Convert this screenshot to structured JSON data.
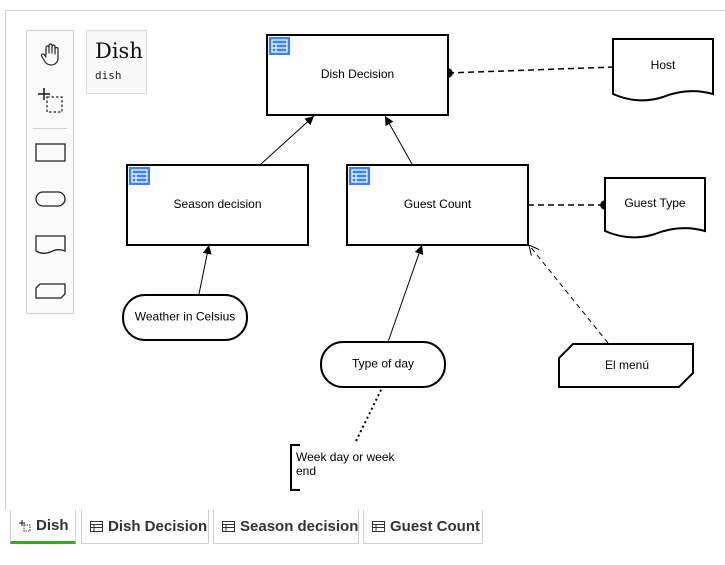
{
  "diagram": {
    "model_name": "Dish",
    "model_id": "dish",
    "decisions": [
      {
        "key": "dish_decision",
        "label": "Dish Decision"
      },
      {
        "key": "season_decision",
        "label": "Season decision"
      },
      {
        "key": "guest_count",
        "label": "Guest Count"
      }
    ],
    "inputs": [
      {
        "key": "weather",
        "label": "Weather in Celsius"
      },
      {
        "key": "type_of_day",
        "label": "Type of day"
      }
    ],
    "knowledge_sources": [
      {
        "key": "host",
        "label": "Host"
      },
      {
        "key": "guest_type",
        "label": "Guest Type"
      }
    ],
    "knowledge_models": [
      {
        "key": "el_menu",
        "label": "El menú"
      }
    ],
    "annotations": [
      {
        "key": "week_day",
        "lines": [
          "Week day or week",
          "end"
        ]
      }
    ]
  },
  "palette": {
    "tools": [
      {
        "key": "hand",
        "icon": "hand-icon"
      },
      {
        "key": "lasso",
        "icon": "lasso-select-icon"
      },
      {
        "key": "decision",
        "icon": "decision-shape-icon"
      },
      {
        "key": "input-data",
        "icon": "input-data-shape-icon"
      },
      {
        "key": "knowledge-source",
        "icon": "knowledge-source-shape-icon"
      },
      {
        "key": "bkm",
        "icon": "business-knowledge-model-shape-icon"
      }
    ]
  },
  "tabs": [
    {
      "label": "Dish",
      "icon": "drd-icon",
      "active": true
    },
    {
      "label": "Dish Decision",
      "icon": "decision-table-icon",
      "active": false
    },
    {
      "label": "Season decision",
      "icon": "decision-table-icon",
      "active": false
    },
    {
      "label": "Guest Count",
      "icon": "decision-table-icon",
      "active": false
    }
  ],
  "colors": {
    "stroke": "#000000",
    "table_icon": "#3b82f6",
    "active_tab": "#3fa52f"
  }
}
